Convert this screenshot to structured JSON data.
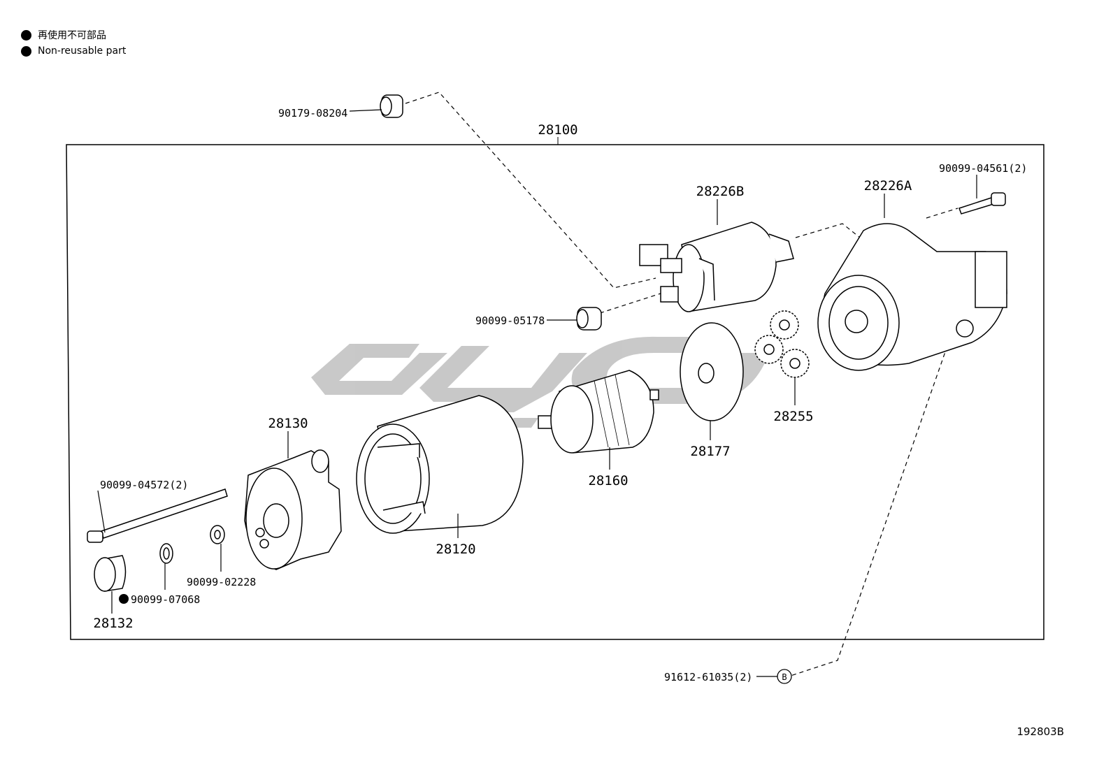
{
  "legend": {
    "japanese": "再使用不可部品",
    "english": "Non-reusable part"
  },
  "assembly": {
    "number": "28100"
  },
  "parts": {
    "p90179_08204": "90179-08204",
    "p28226B": "28226B",
    "p28226A": "28226A",
    "p90099_04561": "90099-04561(2)",
    "p90099_05178": "90099-05178",
    "p28255": "28255",
    "p28177": "28177",
    "p28160": "28160",
    "p28130": "28130",
    "p28120": "28120",
    "p90099_04572": "90099-04572(2)",
    "p90099_02228": "90099-02228",
    "p90099_07068": "90099-07068",
    "p28132": "28132",
    "p91612_61035": "91612-61035(2)",
    "ref_b": "B"
  },
  "figure_number": "192803B",
  "colors": {
    "line": "#000000",
    "watermark": "#bfbfbf"
  }
}
